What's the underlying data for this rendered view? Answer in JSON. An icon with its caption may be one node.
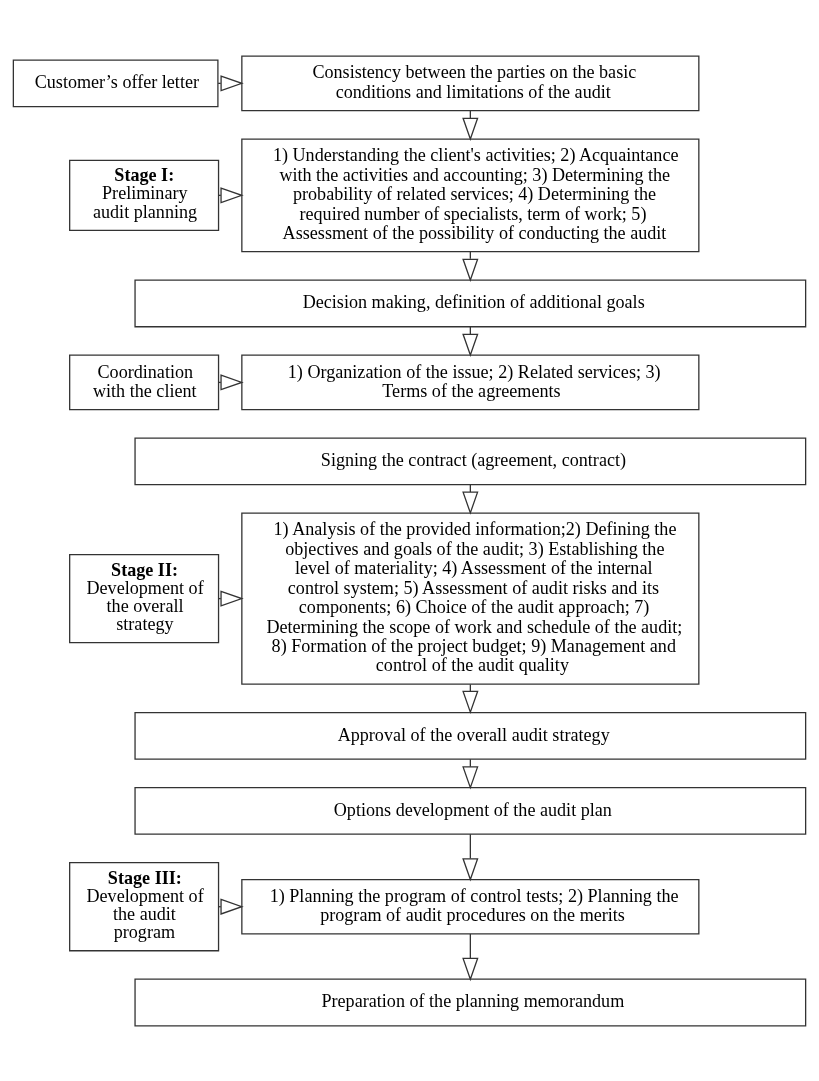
{
  "diagram": {
    "nodes": [
      {
        "text": [
          "Customer’s offer letter"
        ]
      },
      {
        "text": [
          "Consistency between the parties on the basic conditions and limitations of the audit"
        ]
      },
      {
        "text": [
          "Stage I:",
          "Preliminary audit planning"
        ]
      },
      {
        "text": [
          "1) Understanding the client's activities; 2) Acquaintance with the activities and accounting; 3) Determining the probability of related services; 4) Determining the required number of specialists, term of work; 5) Assessment of the possibility of conducting the audit"
        ]
      },
      {
        "text": [
          "Decision making, definition of additional goals"
        ]
      },
      {
        "text": [
          "Coordination with the client"
        ]
      },
      {
        "text": [
          "1) Organization of the issue; 2) Related services; 3) Terms of the agreements"
        ]
      },
      {
        "text": [
          "Signing the contract (agreement, contract)"
        ]
      },
      {
        "text": [
          "Stage II:",
          "Development of the overall strategy"
        ]
      },
      {
        "text": [
          "1) Analysis of the provided information;2) Defining the objectives and goals of the audit; 3) Establishing the level of materiality; 4) Assessment of the internal control system; 5) Assessment of audit risks and its components; 6) Choice of the audit approach; 7) Determining the scope of work and schedule of the audit; 8) Formation of the project budget; 9) Management and control of the audit quality"
        ]
      },
      {
        "text": [
          "Approval of the overall audit strategy"
        ]
      },
      {
        "text": [
          "Options development of the audit plan"
        ]
      },
      {
        "text": [
          "Stage III:",
          "Development of the audit program"
        ]
      },
      {
        "text": [
          "1) Planning the program of control tests; 2) Planning the program of audit procedures on the merits"
        ]
      },
      {
        "text": [
          "Preparation of the planning memorandum"
        ]
      }
    ],
    "edges": [
      {
        "from": 0,
        "to": 1,
        "arrow": "to"
      },
      {
        "from": 1,
        "to": 3,
        "arrow": "to"
      },
      {
        "from": 2,
        "to": 3,
        "arrow": "to"
      },
      {
        "from": 3,
        "to": 4,
        "arrow": "to"
      },
      {
        "from": 4,
        "to": 6,
        "arrow": "to"
      },
      {
        "from": 5,
        "to": 6,
        "arrow": "to"
      },
      {
        "from": 7,
        "to": 9,
        "arrow": "to"
      },
      {
        "from": 8,
        "to": 9,
        "arrow": "to"
      },
      {
        "from": 9,
        "to": 10,
        "arrow": "to"
      },
      {
        "from": 10,
        "to": 11,
        "arrow": "to"
      },
      {
        "from": 11,
        "to": 13,
        "arrow": "to"
      },
      {
        "from": 12,
        "to": 13,
        "arrow": "to"
      },
      {
        "from": 13,
        "to": 14,
        "arrow": "to"
      }
    ]
  }
}
